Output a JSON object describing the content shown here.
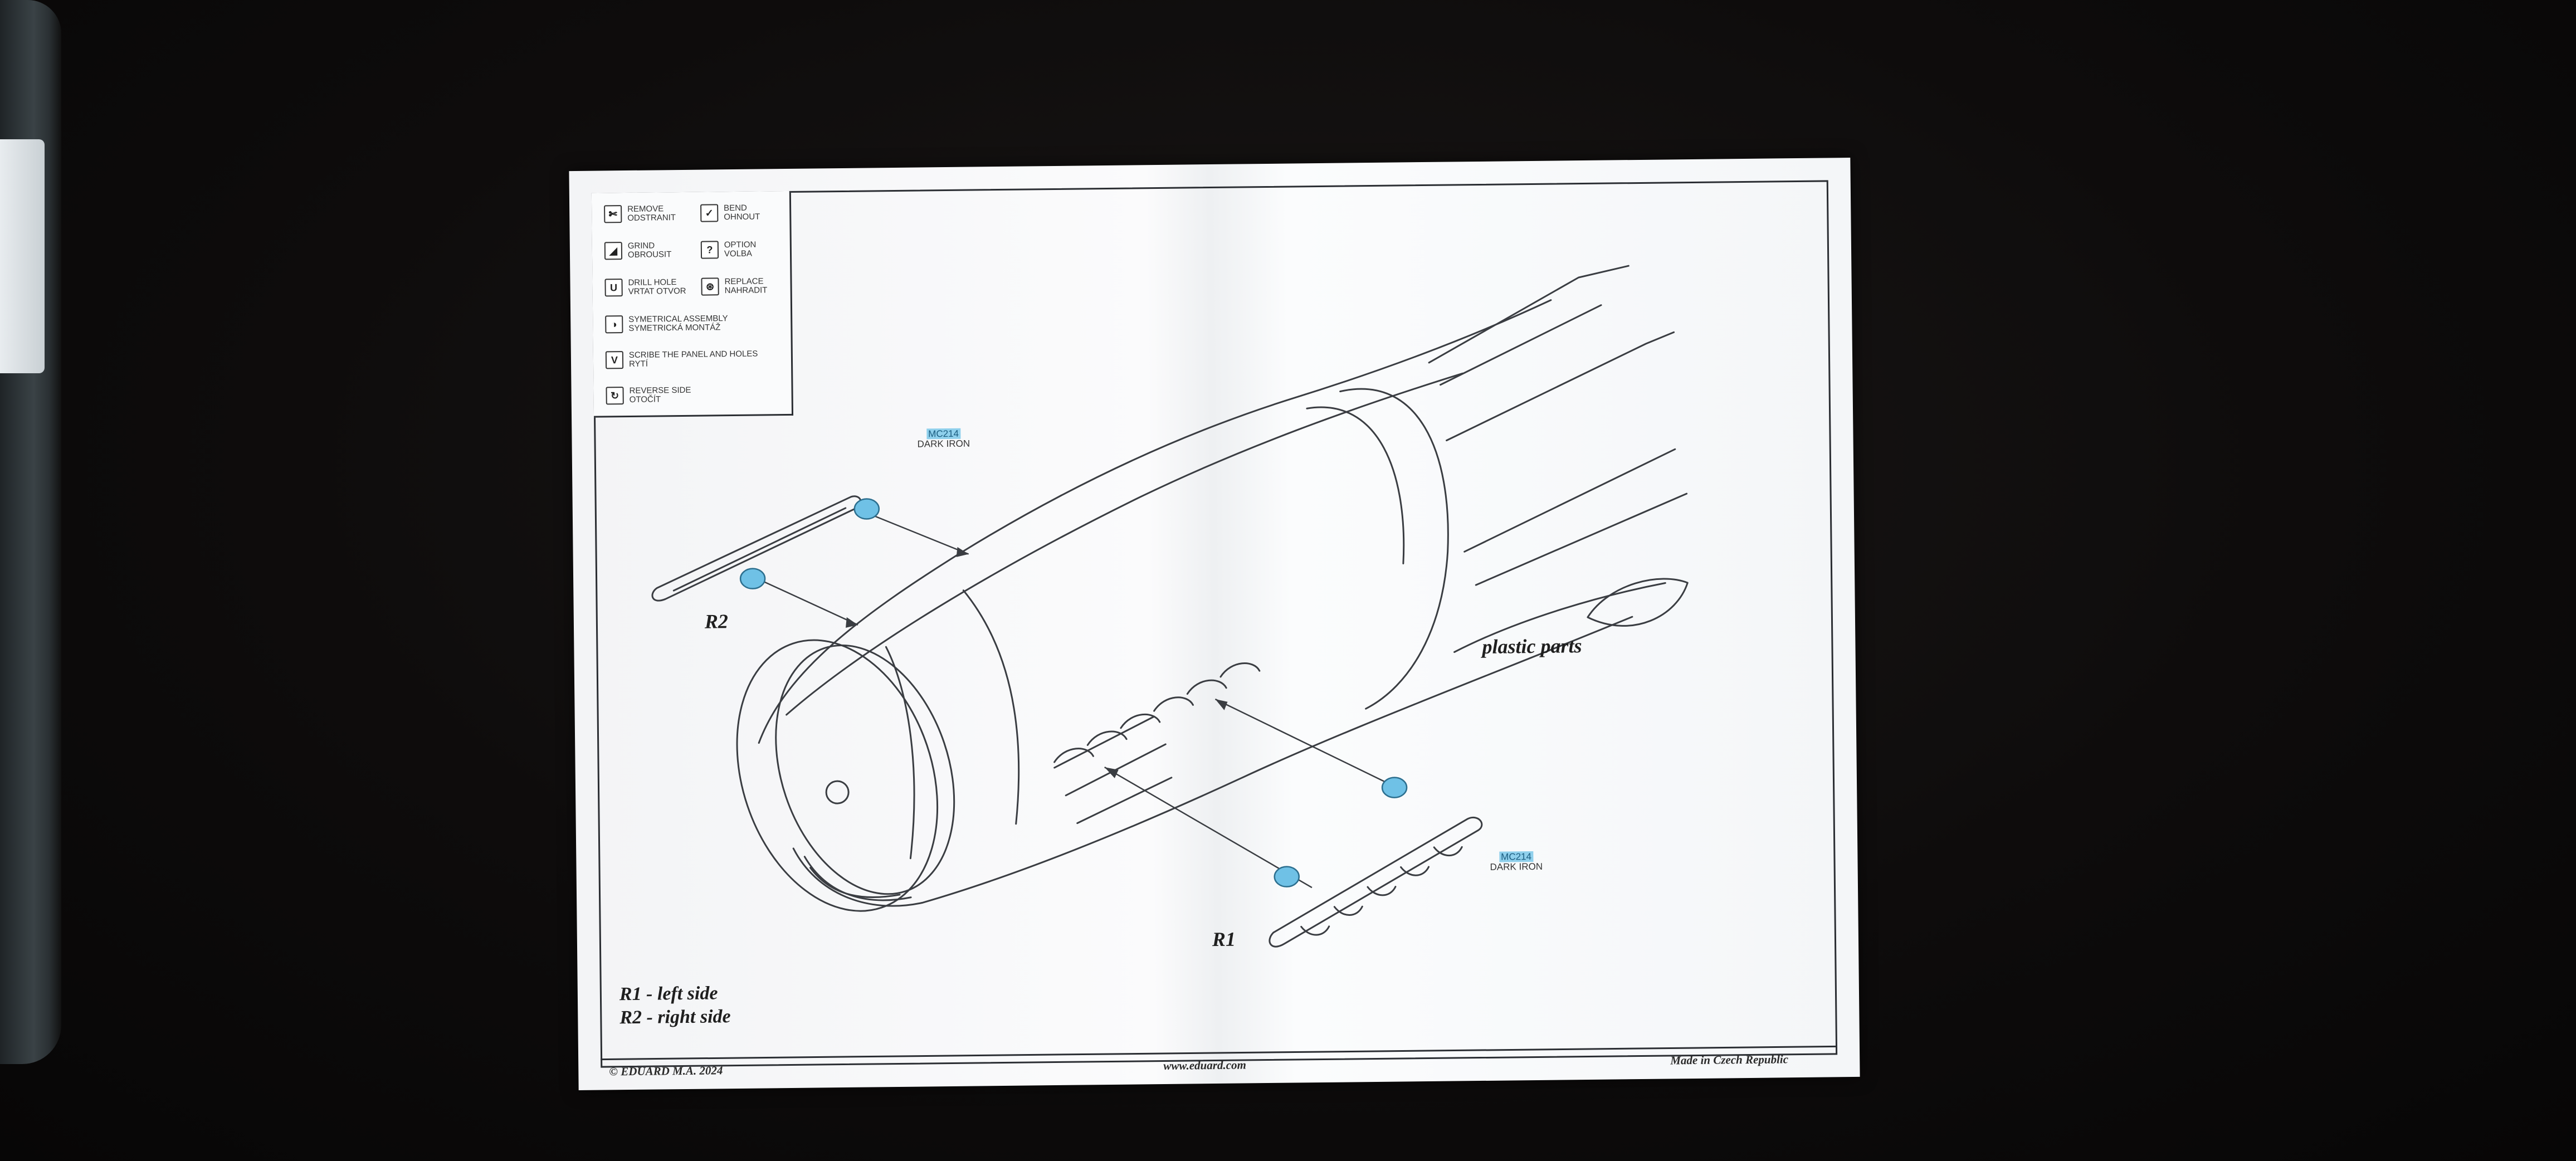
{
  "legend": [
    {
      "icon": "remove-icon",
      "glyph": "✄",
      "line1": "REMOVE",
      "line2": "ODSTRANIT"
    },
    {
      "icon": "bend-icon",
      "glyph": "✓",
      "line1": "BEND",
      "line2": "OHNOUT"
    },
    {
      "icon": "grind-icon",
      "glyph": "◢",
      "line1": "GRIND",
      "line2": "OBROUSIT"
    },
    {
      "icon": "option-icon",
      "glyph": "?",
      "line1": "OPTION",
      "line2": "VOLBA"
    },
    {
      "icon": "drill-hole-icon",
      "glyph": "U",
      "line1": "DRILL HOLE",
      "line2": "VRTAT OTVOR"
    },
    {
      "icon": "replace-icon",
      "glyph": "⊛",
      "line1": "REPLACE",
      "line2": "NAHRADIT"
    },
    {
      "icon": "symmetrical-assembly-icon",
      "glyph": "◑",
      "line1": "SYMETRICAL ASSEMBLY",
      "line2": "SYMETRICKÁ MONTÁŽ"
    },
    {
      "icon": "scribe-icon",
      "glyph": "V",
      "line1": "SCRIBE THE PANEL AND HOLES",
      "line2": "RYTÍ"
    },
    {
      "icon": "reverse-side-icon",
      "glyph": "↻",
      "line1": "REVERSE SIDE",
      "line2": "OTOČÍT"
    }
  ],
  "parts": {
    "r2": "R2",
    "r1": "R1",
    "plastic": "plastic parts",
    "paint_code_top": "MC214",
    "paint_name_top": "DARK IRON",
    "paint_code_bottom": "MC214",
    "paint_name_bottom": "DARK IRON",
    "side_r1": "R1 - left side",
    "side_r2": "R2 - right side"
  },
  "footer": {
    "copyright": "© EDUARD  M.A. 2024",
    "website": "www.eduard.com",
    "made_in": "Made in Czech Republic"
  },
  "colors": {
    "accent_blue": "#6fc1e6",
    "line": "#2b2e33"
  }
}
